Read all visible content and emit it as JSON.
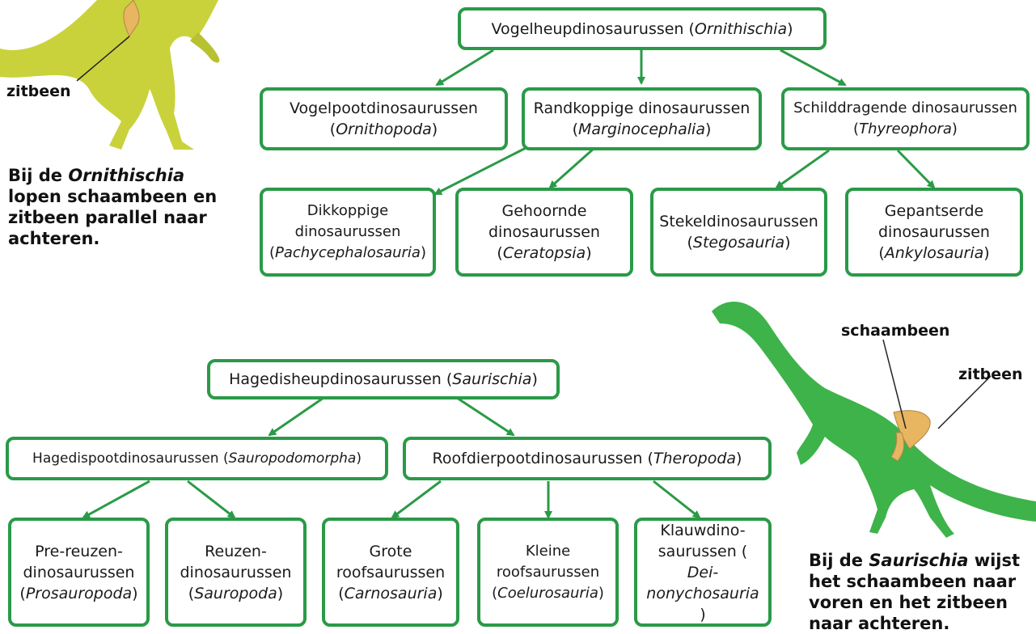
{
  "ornithischia": {
    "root": {
      "name": "Vogelheupdinosaurussen",
      "latin": "Ornithischia"
    },
    "groups": [
      {
        "name": "Vogelpootdinosaurussen",
        "latin": "Ornithopoda"
      },
      {
        "name": "Randkoppige dinosaurussen",
        "latin": "Marginocephalia"
      },
      {
        "name": "Schilddragende dinosaurussen",
        "latin": "Thyreophora"
      }
    ],
    "subgroups": [
      {
        "line1": "Dikkoppige",
        "line2": "dinosaurussen",
        "latin": "Pachycephalosauria"
      },
      {
        "line1": "Gehoornde",
        "line2": "dinosaurussen",
        "latin": "Ceratopsia"
      },
      {
        "line1": "Stekeldinosaurussen",
        "latin": "Stegosauria"
      },
      {
        "line1": "Gepantserde",
        "line2": "dinosaurussen",
        "latin": "Ankylosauria"
      }
    ],
    "caption_pre": "Bij de ",
    "caption_italic": "Ornithischia",
    "caption_post": " lopen schaambeen en zitbeen parallel naar achteren.",
    "zitbeen_label": "zitbeen"
  },
  "saurischia": {
    "root": {
      "name": "Hagedisheupdinosaurussen",
      "latin": "Saurischia"
    },
    "groups": [
      {
        "name": "Hagedispootdinosaurussen",
        "latin": "Sauropodomorpha"
      },
      {
        "name": "Roofdierpootdinosaurussen",
        "latin": "Theropoda"
      }
    ],
    "subgroups": [
      {
        "line1": "Pre-reuzen-",
        "line2": "dinosaurussen",
        "latin": "Prosauropoda"
      },
      {
        "line1": "Reuzen-",
        "line2": "dinosaurussen",
        "latin": "Sauropoda"
      },
      {
        "line1": "Grote",
        "line2": "roofsaurussen",
        "latin": "Carnosauria"
      },
      {
        "line1": "Kleine",
        "line2": "roofsaurussen",
        "latin": "Coelurosauria"
      },
      {
        "line1": "Klauwdino-",
        "line2": "saurussen (",
        "latin_a": "Dei-",
        "latin_b": "nonychosauria",
        "line3_end": ")"
      }
    ],
    "caption_pre": "Bij de ",
    "caption_italic": "Saurischia",
    "caption_post": " wijst het schaambeen naar voren en het zitbeen naar achteren.",
    "schaambeen_label": "schaambeen",
    "zitbeen_label": "zitbeen"
  },
  "colors": {
    "box_border": "#2a9a47",
    "arrow": "#2a9a47",
    "dino_top": "#c9d23a",
    "dino_bottom": "#3db34a",
    "bone": "#e8b560"
  }
}
